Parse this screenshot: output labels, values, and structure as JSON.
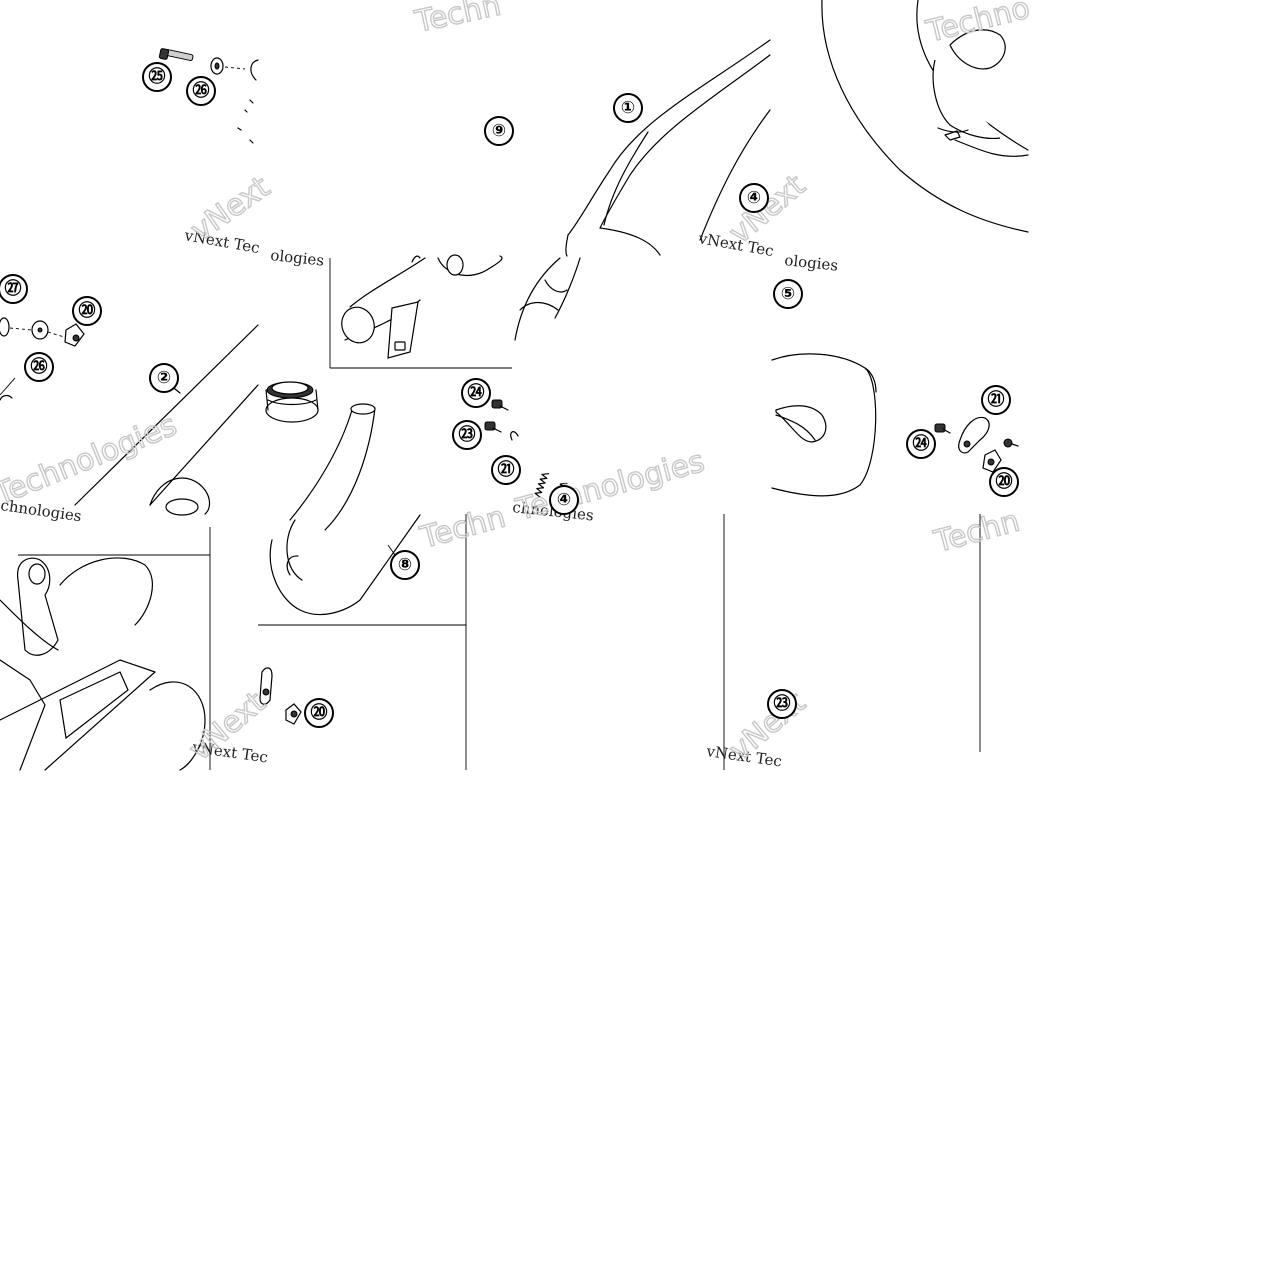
{
  "callouts": [
    {
      "id": "c1",
      "label": "①"
    },
    {
      "id": "c2",
      "label": "②"
    },
    {
      "id": "c4a",
      "label": "④"
    },
    {
      "id": "c4b",
      "label": "④"
    },
    {
      "id": "c5",
      "label": "⑤"
    },
    {
      "id": "c8",
      "label": "⑧"
    },
    {
      "id": "c9",
      "label": "⑨"
    },
    {
      "id": "c20a",
      "label": "⑳"
    },
    {
      "id": "c20b",
      "label": "⑳"
    },
    {
      "id": "c20c",
      "label": "⑳"
    },
    {
      "id": "c21a",
      "label": "㉑"
    },
    {
      "id": "c21b",
      "label": "㉑"
    },
    {
      "id": "c23a",
      "label": "㉓"
    },
    {
      "id": "c23b",
      "label": "㉓"
    },
    {
      "id": "c24a",
      "label": "㉔"
    },
    {
      "id": "c24b",
      "label": "㉔"
    },
    {
      "id": "c25",
      "label": "㉕"
    },
    {
      "id": "c26a",
      "label": "㉖"
    },
    {
      "id": "c26b",
      "label": "㉖"
    },
    {
      "id": "c27",
      "label": "㉗"
    }
  ],
  "watermarks": {
    "vnext_tec": "vNext Tec",
    "vnext_technologies": "vNext Technologies",
    "chnologies": "chnologies",
    "ologies": "ologies",
    "technologies": "Technologies",
    "techno": "Techno",
    "techn": "Techn",
    "vnext": "vNext"
  }
}
